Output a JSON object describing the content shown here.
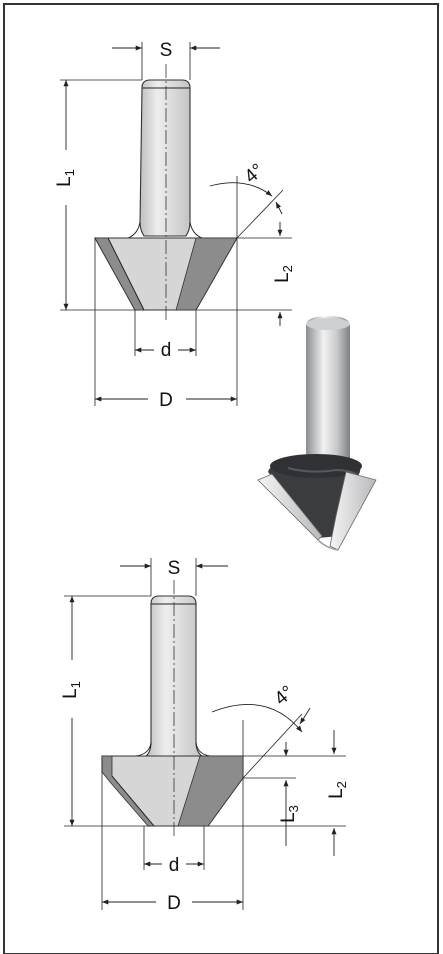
{
  "labels": {
    "top": {
      "shank": "S",
      "length_main": "L",
      "length_main_sub": "1",
      "angle": "4°",
      "length_cut": "L",
      "length_cut_sub": "2",
      "inner_dia": "d",
      "outer_dia": "D"
    },
    "bottom": {
      "shank": "S",
      "length_main": "L",
      "length_main_sub": "1",
      "angle": "4°",
      "length_step": "L",
      "length_step_sub": "3",
      "length_cut": "L",
      "length_cut_sub": "2",
      "inner_dia": "d",
      "outer_dia": "D"
    }
  },
  "colors": {
    "steel_light": "#d6d6d6",
    "steel_shank": "#dcdcdc",
    "carbide_dark": "#8c8c8c",
    "body_photo": "#3a3c3f",
    "line": "#222222"
  }
}
